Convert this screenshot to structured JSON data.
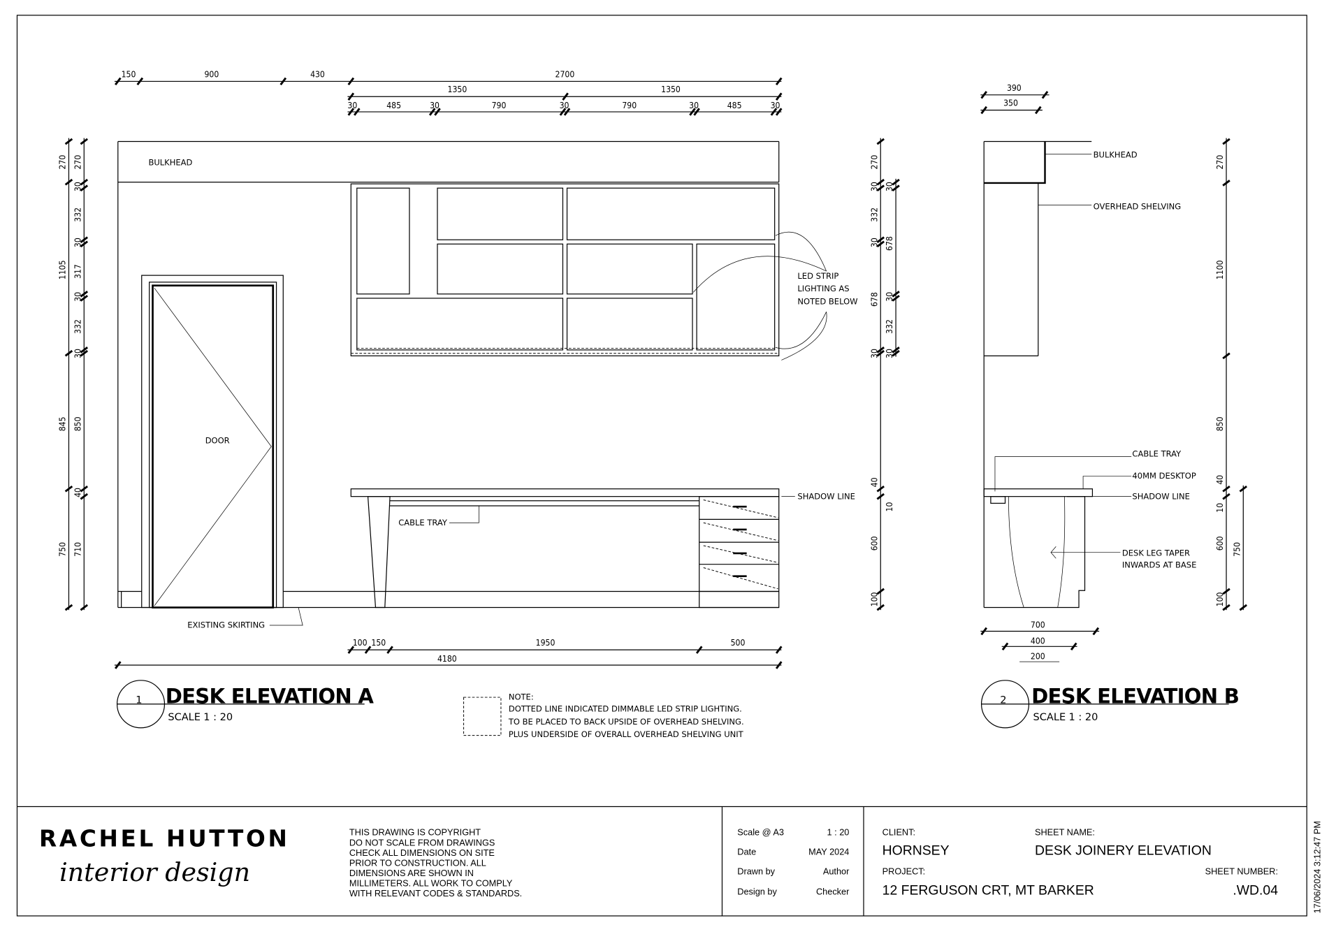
{
  "sheet": {
    "elevation_a": {
      "number": "1",
      "title": "DESK ELEVATION A",
      "scale_label": "SCALE",
      "scale_value": "1 : 20",
      "labels": {
        "bulkhead": "BULKHEAD",
        "door": "DOOR",
        "led_line1": "LED STRIP",
        "led_line2": "LIGHTING AS",
        "led_line3": "NOTED BELOW",
        "shadow_line": "SHADOW LINE",
        "cable_tray": "CABLE TRAY",
        "existing_skirting": "EXISTING SKIRTING"
      },
      "dims_top_row1": [
        "150",
        "900",
        "430",
        "2700"
      ],
      "dims_top_row2": [
        "1350",
        "1350"
      ],
      "dims_top_row3": [
        "30",
        "485",
        "30",
        "790",
        "30",
        "790",
        "30",
        "485",
        "30"
      ],
      "dims_left_outer": [
        "270",
        "1105",
        "845",
        "750"
      ],
      "dims_left_inner": [
        "270",
        "30",
        "332",
        "30",
        "317",
        "30",
        "332",
        "30",
        "850",
        "40",
        "710"
      ],
      "dims_right_a": [
        "270",
        "30",
        "332",
        "30",
        "678",
        "30",
        "40",
        "10",
        "600",
        "100"
      ],
      "dims_right_b": [
        "30",
        "678",
        "30",
        "332",
        "30"
      ],
      "dims_bottom": [
        "100",
        "150",
        "1950",
        "500",
        "4180"
      ]
    },
    "elevation_b": {
      "number": "2",
      "title": "DESK ELEVATION B",
      "scale_label": "SCALE",
      "scale_value": "1 : 20",
      "labels": {
        "bulkhead": "BULKHEAD",
        "overhead_shelving": "OVERHEAD SHELVING",
        "cable_tray": "CABLE TRAY",
        "desktop": "40MM DESKTOP",
        "shadow_line": "SHADOW LINE",
        "leg_taper1": "DESK LEG TAPER",
        "leg_taper2": "INWARDS AT BASE"
      },
      "dims_top": [
        "390",
        "350"
      ],
      "dims_right": [
        "270",
        "1100",
        "850",
        "40",
        "10",
        "600",
        "100",
        "750"
      ],
      "dims_bottom": [
        "700",
        "400",
        "200"
      ]
    },
    "note": {
      "heading": "NOTE:",
      "lines": [
        "DOTTED LINE INDICATED DIMMABLE LED STRIP LIGHTING.",
        "TO BE PLACED TO BACK UPSIDE OF OVERHEAD SHELVING.",
        "PLUS UNDERSIDE OF OVERALL OVERHEAD SHELVING UNIT"
      ]
    }
  },
  "title_block": {
    "logo_main": "RACHEL HUTTON",
    "logo_sub": "interior design",
    "copyright_lines": [
      "THIS DRAWING IS COPYRIGHT",
      "DO NOT SCALE FROM DRAWINGS",
      "CHECK ALL DIMENSIONS ON SITE",
      "PRIOR TO CONSTRUCTION. ALL",
      "DIMENSIONS ARE SHOWN IN",
      "MILLIMETERS. ALL WORK TO COMPLY",
      "WITH RELEVANT CODES & STANDARDS."
    ],
    "info": [
      {
        "label": "Scale @ A3",
        "value": "1 : 20"
      },
      {
        "label": "Date",
        "value": "MAY 2024"
      },
      {
        "label": "Drawn by",
        "value": "Author"
      },
      {
        "label": "Design by",
        "value": "Checker"
      }
    ],
    "client_label": "CLIENT:",
    "client": "HORNSEY",
    "sheet_name_label": "SHEET NAME:",
    "sheet_name": "DESK JOINERY ELEVATION",
    "project_label": "PROJECT:",
    "project": "12 FERGUSON CRT, MT BARKER",
    "sheet_number_label": "SHEET NUMBER:",
    "sheet_number": ".WD.04",
    "print_stamp": "17/06/2024 3:12:47 PM"
  }
}
